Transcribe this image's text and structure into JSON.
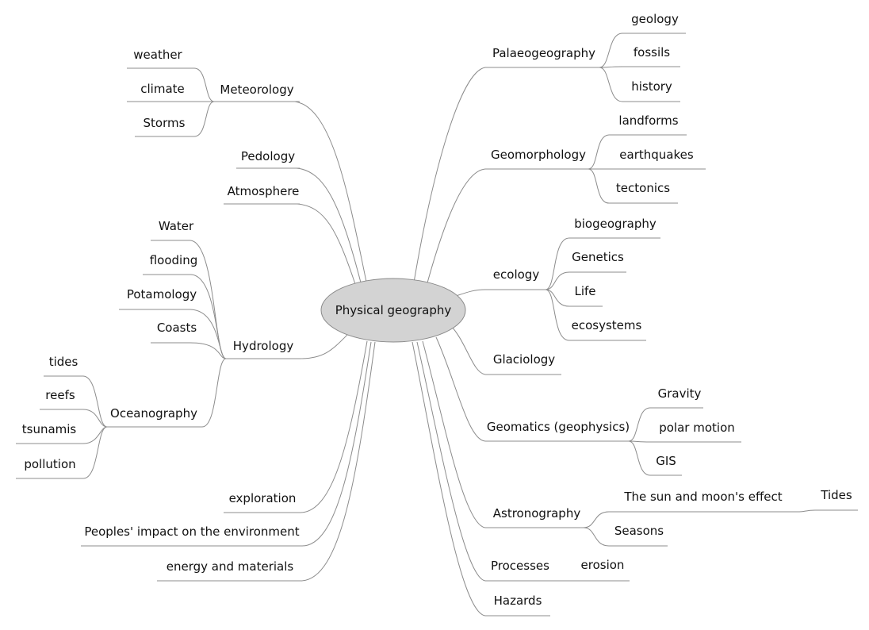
{
  "center": {
    "label": "Physical geography"
  },
  "nodes": {
    "meteorology": "Meteorology",
    "weather": "weather",
    "climate": "climate",
    "storms": "Storms",
    "pedology": "Pedology",
    "atmosphere": "Atmosphere",
    "hydrology": "Hydrology",
    "water": "Water",
    "flooding": "flooding",
    "potamology": "Potamology",
    "coasts": "Coasts",
    "oceanography": "Oceanography",
    "tides_ocean": "tides",
    "reefs": "reefs",
    "tsunamis": "tsunamis",
    "pollution": "pollution",
    "exploration": "exploration",
    "peoples_impact": "Peoples' impact on the environment",
    "energy": "energy and materials",
    "palaeogeography": "Palaeogeography",
    "geology": "geology",
    "fossils": "fossils",
    "history": "history",
    "geomorphology": "Geomorphology",
    "landforms": "landforms",
    "earthquakes": "earthquakes",
    "tectonics": "tectonics",
    "ecology": "ecology",
    "biogeography": "biogeography",
    "genetics": "Genetics",
    "life": "Life",
    "ecosystems": "ecosystems",
    "glaciology": "Glaciology",
    "geomatics": "Geomatics (geophysics)",
    "gravity": "Gravity",
    "polar_motion": "polar motion",
    "gis": "GIS",
    "astronography": "Astronography",
    "sun_moon": "The sun and moon's effect",
    "tides_astro": "Tides",
    "seasons": "Seasons",
    "processes": "Processes",
    "erosion": "erosion",
    "hazards": "Hazards"
  }
}
